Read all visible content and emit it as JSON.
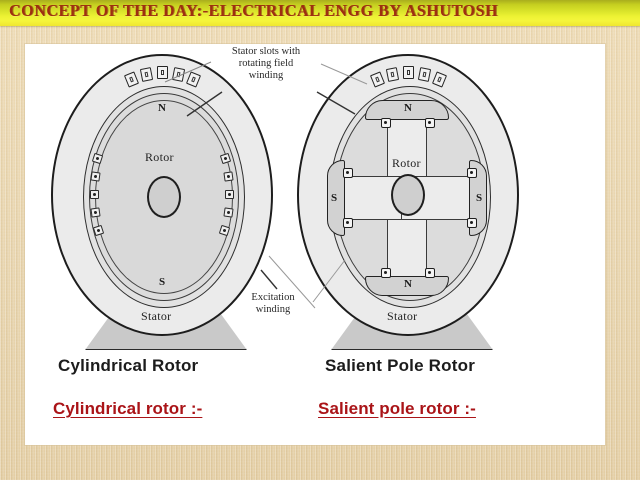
{
  "slide": {
    "title": "CONCEPT OF THE DAY:-ELECTRICAL ENGG BY ASHUTOSH",
    "title_bar_color_start": "#a9ae1d",
    "title_bar_color_end": "#f5f53c",
    "title_text_color": "#9e2f10",
    "background_color": "#e8d2a4",
    "card_color": "#ffffff"
  },
  "figure": {
    "annotations": [
      {
        "id": "stator-slots",
        "text": "Stator slots with\nrotating field\nwinding"
      },
      {
        "id": "excitation",
        "text": "Excitation\nwinding"
      }
    ],
    "left_machine": {
      "name": "cylindrical-rotor-machine",
      "rotor_label": "Rotor",
      "stator_label": "Stator",
      "pole_top": "N",
      "pole_bottom": "S",
      "stator_slot_count": 5,
      "winding_slot_count_per_side": 5
    },
    "right_machine": {
      "name": "salient-pole-rotor-machine",
      "rotor_label": "Rotor",
      "stator_label": "Stator",
      "pole_top": "N",
      "pole_bottom": "N",
      "pole_left": "S",
      "pole_right": "S",
      "stator_slot_count": 5,
      "pole_count": 4
    }
  },
  "captions": {
    "left": "Cylindrical Rotor",
    "right": "Salient Pole Rotor"
  },
  "headings": {
    "left": "Cylindrical rotor :-",
    "right": "Salient pole rotor :-",
    "color": "#aa1418"
  }
}
